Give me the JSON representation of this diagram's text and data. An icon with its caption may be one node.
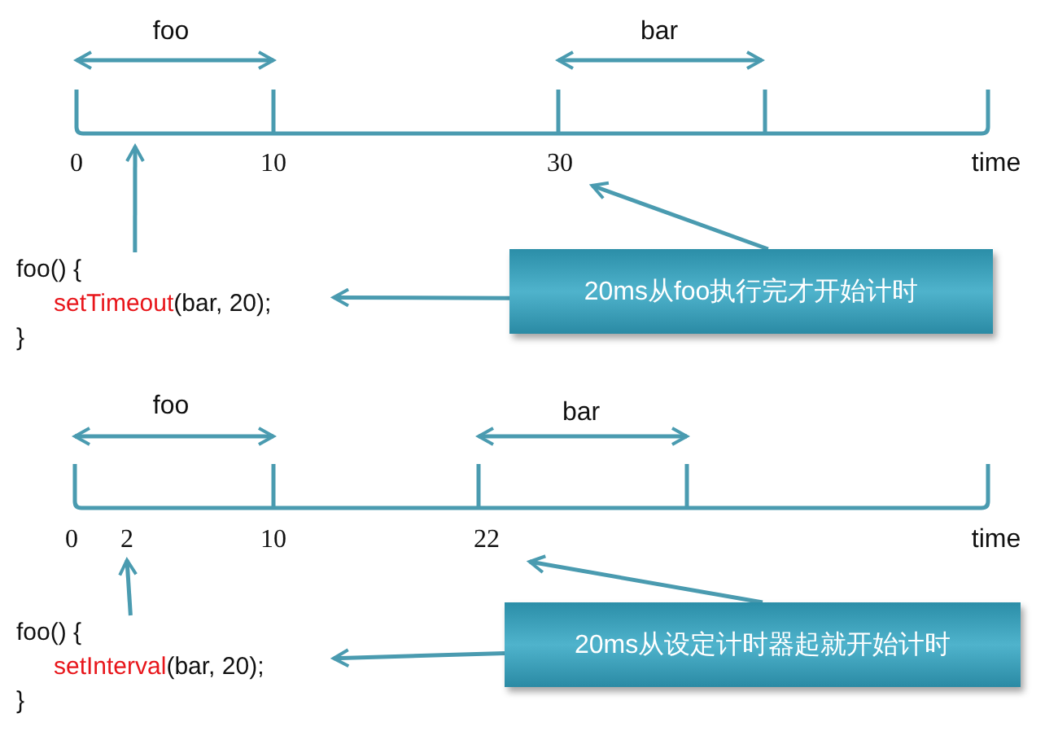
{
  "diagram": {
    "nodes": [
      {
        "text": [
          "foo() {",
          "setTimeout(bar, 20);",
          "}"
        ]
      },
      {
        "text": [
          "30"
        ]
      },
      {
        "text": [
          "20ms从foo执行完才开始计时"
        ]
      },
      {
        "text": [
          "foo() {",
          "setInterval(bar, 20);",
          "}"
        ]
      },
      {
        "text": [
          "2"
        ]
      },
      {
        "text": [
          "22"
        ]
      },
      {
        "text": [
          "20ms从设定计时器起就开始计时"
        ]
      }
    ],
    "edges": [
      {
        "from": 0,
        "to": null,
        "arrow": "to"
      },
      {
        "from": 2,
        "to": 1,
        "arrow": "to"
      },
      {
        "from": 2,
        "to": 0,
        "arrow": "to"
      },
      {
        "from": 3,
        "to": 4,
        "arrow": "to"
      },
      {
        "from": 6,
        "to": 5,
        "arrow": "to"
      },
      {
        "from": 6,
        "to": 3,
        "arrow": "to"
      }
    ],
    "labels": [
      "foo",
      "bar",
      "0",
      "10",
      "time",
      "foo",
      "bar",
      "0",
      "10",
      "time"
    ]
  }
}
